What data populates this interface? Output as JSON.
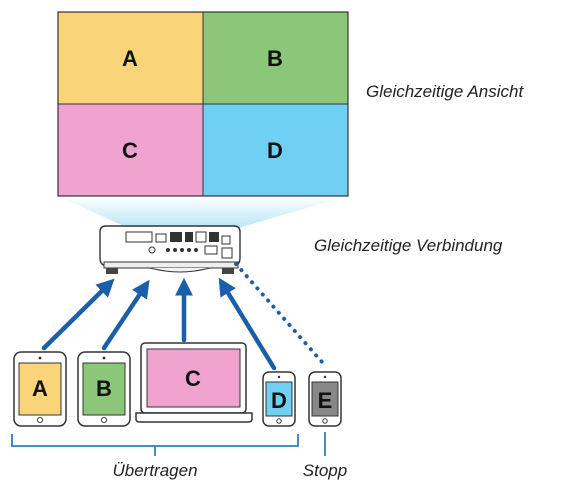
{
  "screen": {
    "quadrants": [
      {
        "label": "A",
        "color": "#f9d479"
      },
      {
        "label": "B",
        "color": "#8cc679"
      },
      {
        "label": "C",
        "color": "#f0a3cf"
      },
      {
        "label": "D",
        "color": "#6fd0f4"
      }
    ],
    "caption": "Gleichzeitige Ansicht"
  },
  "projector": {
    "caption": "Gleichzeitige Verbindung"
  },
  "devices": [
    {
      "label": "A",
      "color": "#f9d479"
    },
    {
      "label": "B",
      "color": "#8cc679"
    },
    {
      "label": "C",
      "color": "#f0a3cf"
    },
    {
      "label": "D",
      "color": "#6fd0f4"
    },
    {
      "label": "E",
      "color": "#888888"
    }
  ],
  "groups": {
    "transfer_label": "Übertragen",
    "stop_label": "Stopp"
  },
  "colors": {
    "arrow": "#1a5fa8",
    "bracket": "#2f7fc4",
    "beam": "#bfe9f8"
  }
}
